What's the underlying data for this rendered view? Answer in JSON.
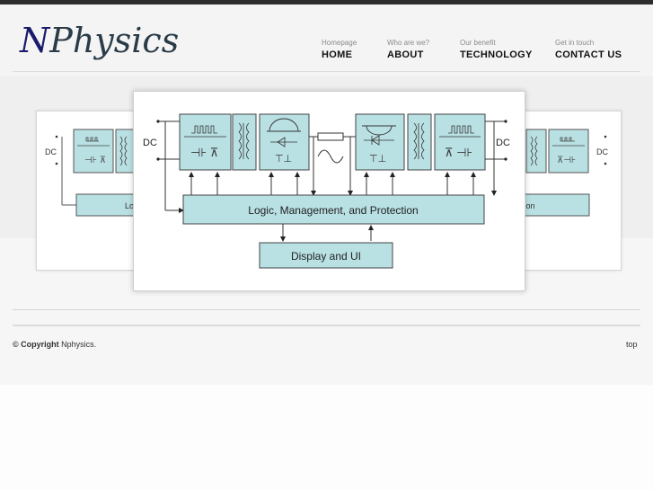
{
  "brand": {
    "logo_first": "N",
    "logo_rest": "Physics"
  },
  "nav": [
    {
      "sub": "Homepage",
      "label": "HOME"
    },
    {
      "sub": "Who are we?",
      "label": "ABOUT"
    },
    {
      "sub": "Our benefit",
      "label": "TECHNOLOGY"
    },
    {
      "sub": "Get in touch",
      "label": "CONTACT US"
    }
  ],
  "slide": {
    "dc_left": "DC",
    "dc_right": "DC",
    "logic_label": "Logic, Management, and Protection",
    "display_label": "Display and UI"
  },
  "side_left": {
    "dc": "DC",
    "partial_label": "Lo"
  },
  "side_right": {
    "dc": "DC",
    "partial_label": "tion"
  },
  "footer": {
    "copyright_bold": "© Copyright",
    "copyright_rest": " Nphysics.",
    "top_link": "top"
  },
  "colors": {
    "block_fill": "#b9e0e3",
    "topbar": "#2d2d2d"
  }
}
